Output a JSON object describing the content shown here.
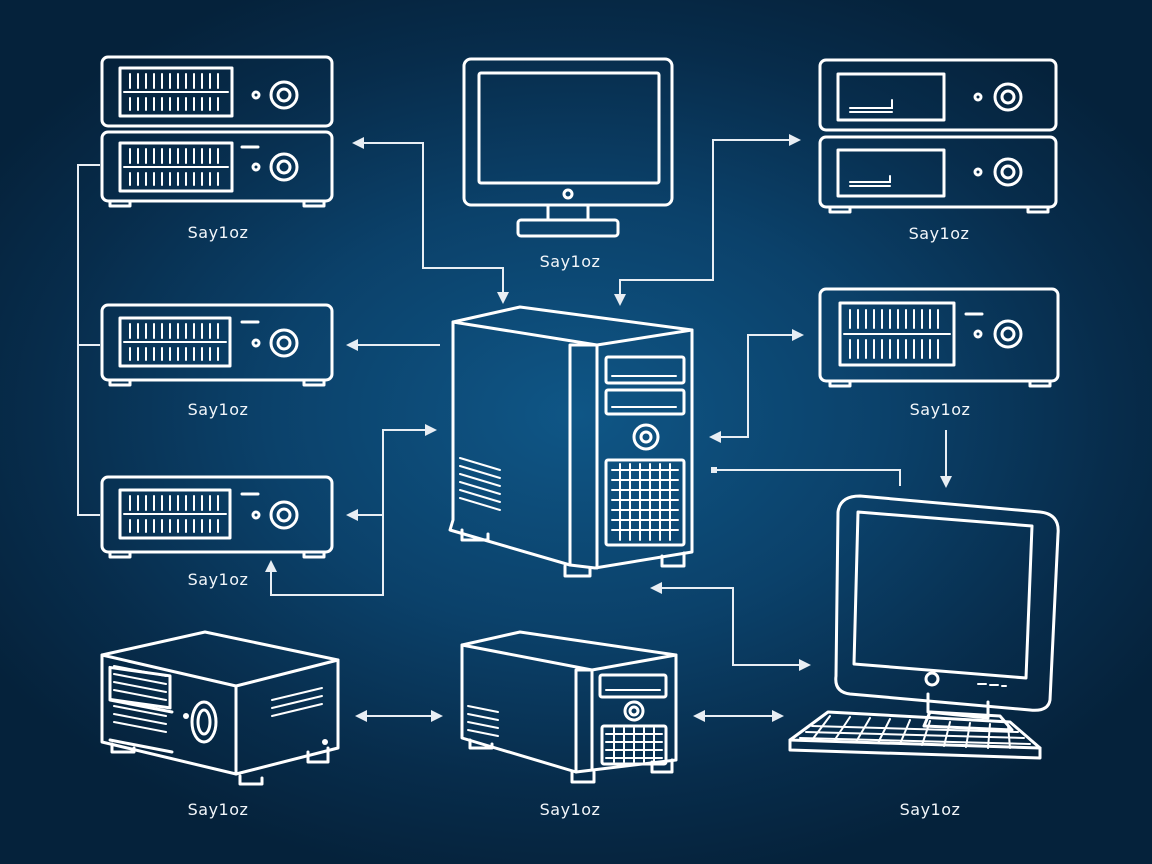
{
  "labels": {
    "rack_a": "Say1oz",
    "monitor_top": "Say1oz",
    "rack_top_right": "Say1oz",
    "server_left_mid": "Say1oz",
    "server_right_mid": "Say1oz",
    "server_left_low": "Say1oz",
    "server_bottom_left": "Say1oz",
    "tower_bottom_mid": "Say1oz",
    "workstation": "Say1oz"
  },
  "icons": {
    "rack": "rack-server-icon",
    "monitor": "monitor-icon",
    "tower": "tower-pc-icon",
    "workstation": "desktop-computer-icon"
  },
  "colors": {
    "background": "#0b416a",
    "line": "#ffffff"
  }
}
